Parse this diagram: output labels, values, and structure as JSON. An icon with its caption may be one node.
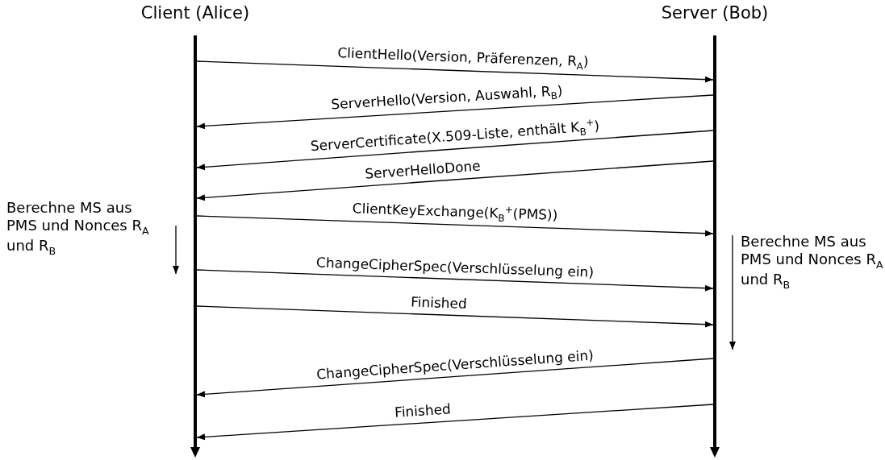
{
  "diagram": {
    "nodes": [
      {
        "text": [
          "Client (Alice)"
        ]
      },
      {
        "text": [
          "Server (Bob)"
        ]
      }
    ],
    "edges": [
      {
        "from": 0,
        "to": 1,
        "arrow": "to",
        "label": "ClientHello(Version, Präferenzen, R$_{A}$)"
      },
      {
        "from": 1,
        "to": 0,
        "arrow": "to",
        "label": "ServerHello(Version, Auswahl, R$_{B}$)"
      },
      {
        "from": 1,
        "to": 0,
        "arrow": "to",
        "label": "ServerCertificate(X.509-Liste, enthält K$_{B}$$^{+}$)"
      },
      {
        "from": 1,
        "to": 0,
        "arrow": "to",
        "label": "ServerHelloDone"
      },
      {
        "from": 0,
        "to": 1,
        "arrow": "to",
        "label": "ClientKeyExchange(K$_{B}$$^{+}$(PMS))"
      },
      {
        "from": 0,
        "to": 1,
        "arrow": "to",
        "label": "ChangeCipherSpec(Verschlüsselung ein)"
      },
      {
        "from": 0,
        "to": 1,
        "arrow": "to",
        "label": "Finished"
      },
      {
        "from": 1,
        "to": 0,
        "arrow": "to",
        "label": "ChangeCipherSpec(Verschlüsselung ein)"
      },
      {
        "from": 1,
        "to": 0,
        "arrow": "to",
        "label": "Finished"
      }
    ],
    "labels": [
      "Berechne MS aus PMS und Nonces R$_{A}$ und R$_{B}$",
      "Berechne MS aus PMS und Nonces R$_{A}$ und R$_{B}$"
    ]
  }
}
